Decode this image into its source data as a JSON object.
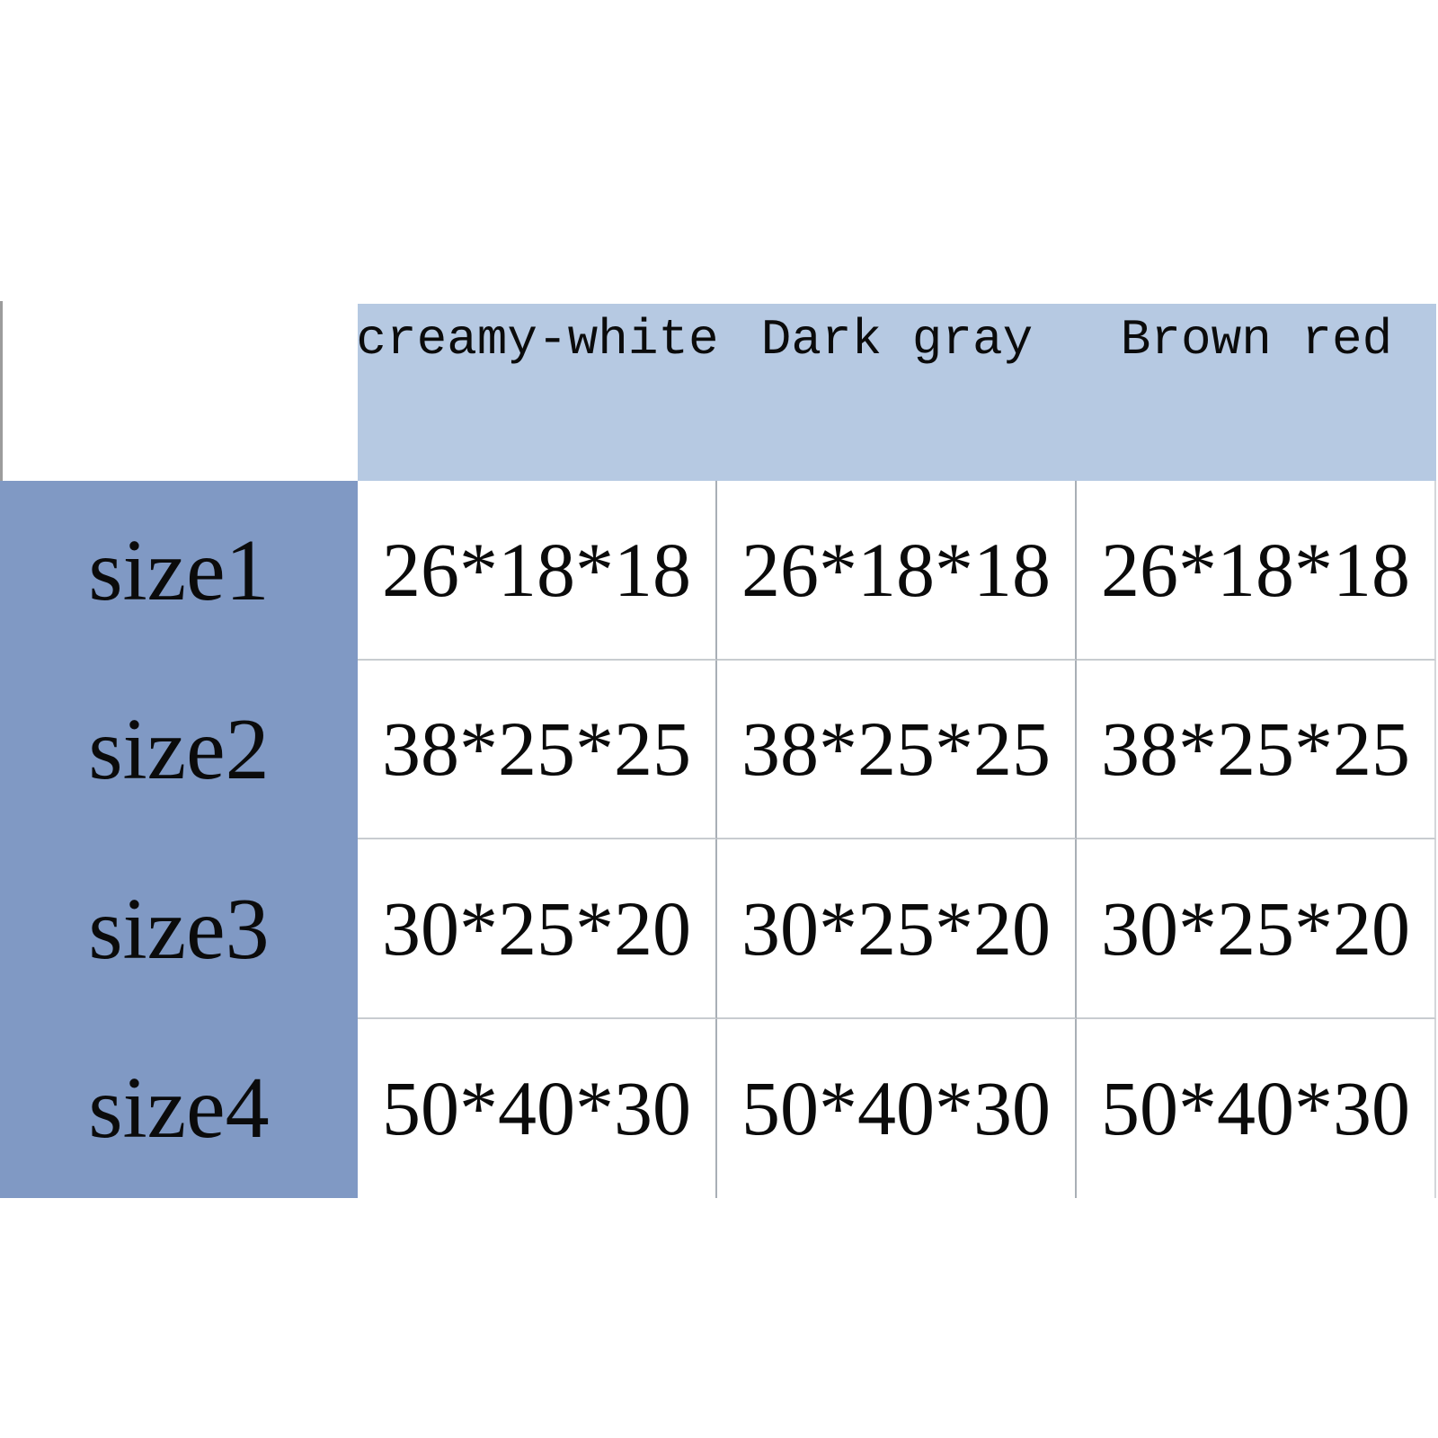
{
  "chart_data": {
    "type": "table",
    "columns": [
      "creamy-white",
      "Dark gray",
      "Brown red"
    ],
    "rows": [
      {
        "label": "size1",
        "values": [
          "26*18*18",
          "26*18*18",
          "26*18*18"
        ]
      },
      {
        "label": "size2",
        "values": [
          "38*25*25",
          "38*25*25",
          "38*25*25"
        ]
      },
      {
        "label": "size3",
        "values": [
          "30*25*20",
          "30*25*20",
          "30*25*20"
        ]
      },
      {
        "label": "size4",
        "values": [
          "50*40*30",
          "50*40*30",
          "50*40*30"
        ]
      }
    ],
    "layout_hints": "size chart table; light-blue column header band; medium-blue row-label column; white value cells with thin gray grid lines"
  },
  "colors": {
    "header_bg": "#b6c9e2",
    "row_header_bg": "#8099c4",
    "grid_line_vertical": "#a9afb6",
    "grid_line_horizontal": "#c8ccd0",
    "table_edge": "#d3d6da",
    "green_accent": "#2d7141",
    "gray_edge": "#9c9c9c",
    "text": "#0b0b0b"
  }
}
